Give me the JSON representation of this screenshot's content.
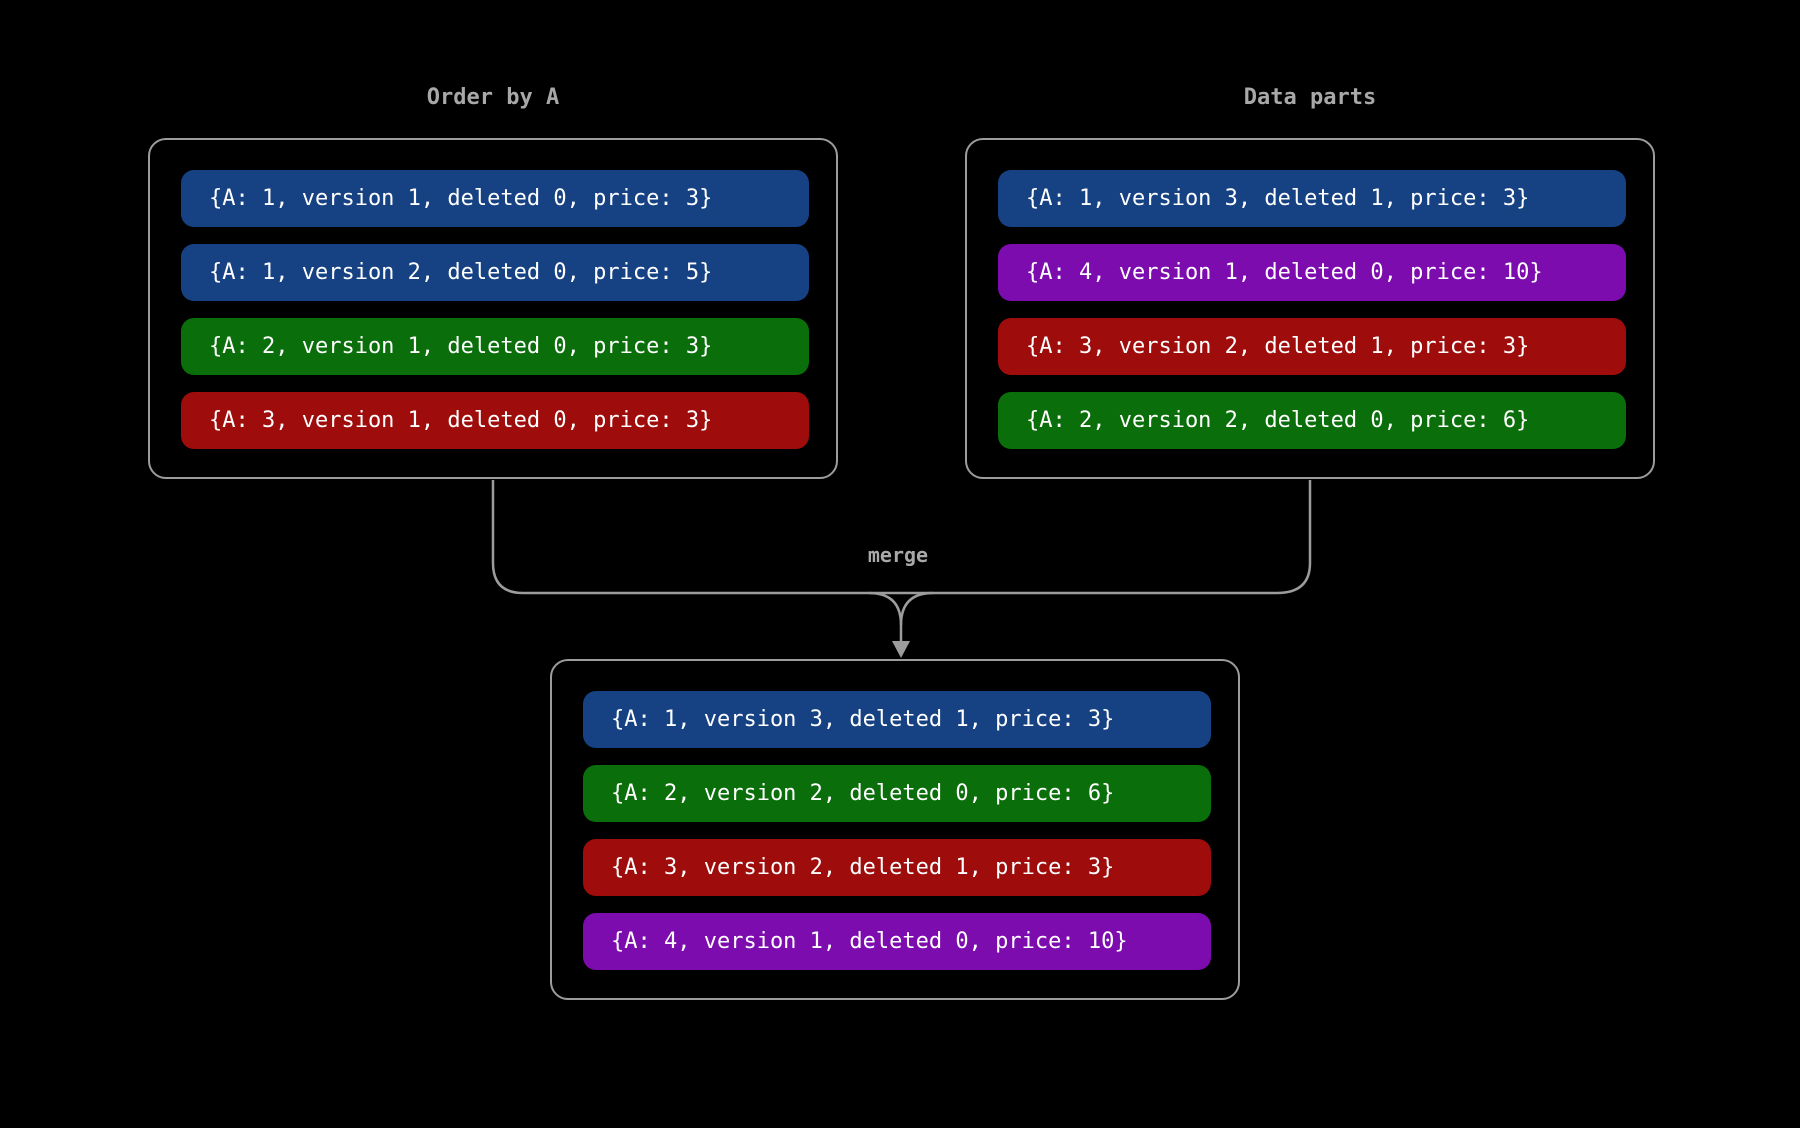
{
  "colors": {
    "background": "#000000",
    "box_border": "#9c9c9c",
    "line": "#9c9c9c",
    "title_text": "#a8a8a8",
    "row_text": "#ffffff",
    "blue": "#164283",
    "green": "#0a6e0a",
    "red": "#9e0c0c",
    "purple": "#7d0caf"
  },
  "merge_label": "merge",
  "boxes": {
    "order_by_a": {
      "title": "Order by A",
      "rows": [
        {
          "text": "{A: 1, version 1, deleted 0, price: 3}",
          "color": "#164283"
        },
        {
          "text": "{A: 1, version 2, deleted 0, price: 5}",
          "color": "#164283"
        },
        {
          "text": "{A: 2, version 1, deleted 0, price: 3}",
          "color": "#0a6e0a"
        },
        {
          "text": "{A: 3, version 1, deleted 0, price: 3}",
          "color": "#9e0c0c"
        }
      ]
    },
    "data_parts": {
      "title": "Data parts",
      "rows": [
        {
          "text": "{A: 1, version 3, deleted 1, price: 3}",
          "color": "#164283"
        },
        {
          "text": "{A: 4, version 1, deleted 0, price: 10}",
          "color": "#7d0caf"
        },
        {
          "text": "{A: 3, version 2, deleted 1, price: 3}",
          "color": "#9e0c0c"
        },
        {
          "text": "{A: 2, version 2, deleted 0, price: 6}",
          "color": "#0a6e0a"
        }
      ]
    },
    "merged": {
      "rows": [
        {
          "text": "{A: 1, version 3, deleted 1, price: 3}",
          "color": "#164283"
        },
        {
          "text": "{A: 2, version 2, deleted 0, price: 6}",
          "color": "#0a6e0a"
        },
        {
          "text": "{A: 3, version 2, deleted 1, price: 3}",
          "color": "#9e0c0c"
        },
        {
          "text": "{A: 4, version 1, deleted 0, price: 10}",
          "color": "#7d0caf"
        }
      ]
    }
  }
}
